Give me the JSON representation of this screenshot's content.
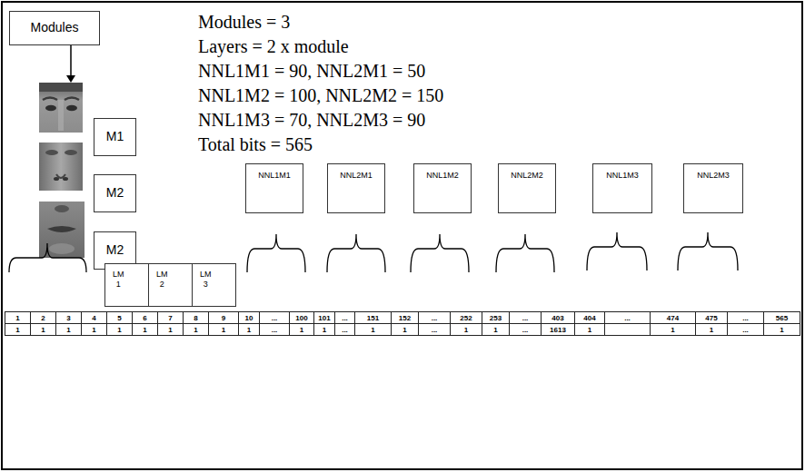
{
  "diagram": {
    "nodes": [
      {
        "text": [
          "Modules"
        ]
      },
      {
        "text": [
          "M1"
        ]
      },
      {
        "text": [
          "M2"
        ]
      },
      {
        "text": [
          "M2"
        ]
      },
      {
        "text": [
          "NNL1M1"
        ]
      },
      {
        "text": [
          "NNL2M1"
        ]
      },
      {
        "text": [
          "NNL1M2"
        ]
      },
      {
        "text": [
          "NNL2M2"
        ]
      },
      {
        "text": [
          "NNL1M3"
        ]
      },
      {
        "text": [
          "NNL2M3"
        ]
      },
      {
        "text": [
          "LM 1"
        ]
      },
      {
        "text": [
          "LM 2"
        ]
      },
      {
        "text": [
          "LM 3"
        ]
      }
    ],
    "labels": [
      "Modules = 3",
      "Layers = 2 x module",
      "NNL1M1 = 90, NNL2M1 = 50",
      "NNL1M2 = 100, NNL2M2 = 150",
      "NNL1M3 = 70, NNL2M3 = 90",
      "Total bits = 565",
      "1",
      "2",
      "3",
      "4",
      "5",
      "6",
      "7",
      "8",
      "9",
      "10",
      "...",
      "100",
      "101",
      "...",
      "151",
      "152",
      "...",
      "252",
      "253",
      "...",
      "403",
      "404",
      "...",
      "474",
      "475",
      "...",
      "565",
      "1",
      "1",
      "1",
      "1",
      "1",
      "1",
      "1",
      "1",
      "1",
      "1",
      "...",
      "1",
      "1",
      "...",
      "1",
      "1",
      "...",
      "1",
      "1",
      "...",
      "1613",
      "1",
      "1",
      "1",
      "...",
      "1"
    ]
  }
}
